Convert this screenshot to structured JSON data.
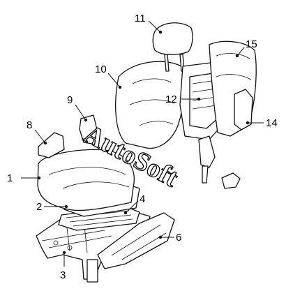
{
  "callouts": [
    {
      "id": "1",
      "label": "1"
    },
    {
      "id": "2",
      "label": "2"
    },
    {
      "id": "3",
      "label": "3"
    },
    {
      "id": "4",
      "label": "4"
    },
    {
      "id": "6",
      "label": "6"
    },
    {
      "id": "8",
      "label": "8"
    },
    {
      "id": "9",
      "label": "9"
    },
    {
      "id": "10",
      "label": "10"
    },
    {
      "id": "11",
      "label": "11"
    },
    {
      "id": "12",
      "label": "12"
    },
    {
      "id": "14",
      "label": "14"
    },
    {
      "id": "15",
      "label": "15"
    }
  ],
  "watermark": {
    "text": "AutoSoft"
  }
}
